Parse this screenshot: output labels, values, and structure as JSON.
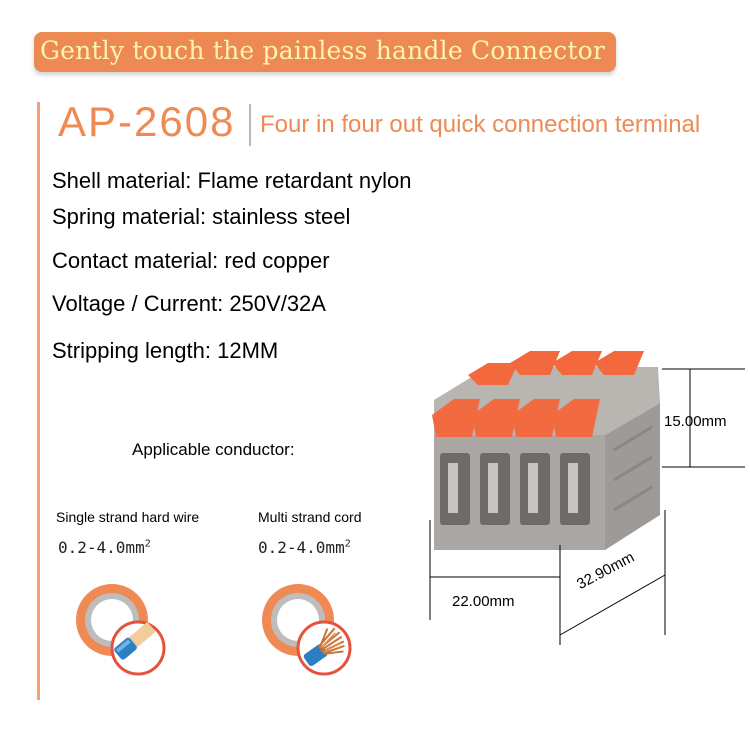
{
  "banner": {
    "text": "Gently touch the painless handle Connector"
  },
  "model": {
    "code": "AP-2608",
    "description": "Four in four out quick connection terminal"
  },
  "specs": [
    "Shell material: Flame retardant nylon",
    "Spring material: stainless steel",
    "Contact material: red copper",
    "Voltage / Current: 250V/32A",
    "Stripping length: 12MM"
  ],
  "conductor": {
    "title": "Applicable conductor:",
    "types": [
      {
        "label": "Single strand hard wire",
        "range": "0.2-4.0mm",
        "unit_power": "2",
        "icon": "solid-wire-icon"
      },
      {
        "label": "Multi strand cord",
        "range": "0.2-4.0mm",
        "unit_power": "2",
        "icon": "stranded-wire-icon"
      }
    ]
  },
  "dimensions": {
    "height": "15.00mm",
    "width": "22.00mm",
    "depth": "32.90mm"
  },
  "colors": {
    "accent": "#ed8a53",
    "banner_text": "#fff3b3",
    "lever": "#f4683e",
    "housing": "#a9a6a3"
  }
}
